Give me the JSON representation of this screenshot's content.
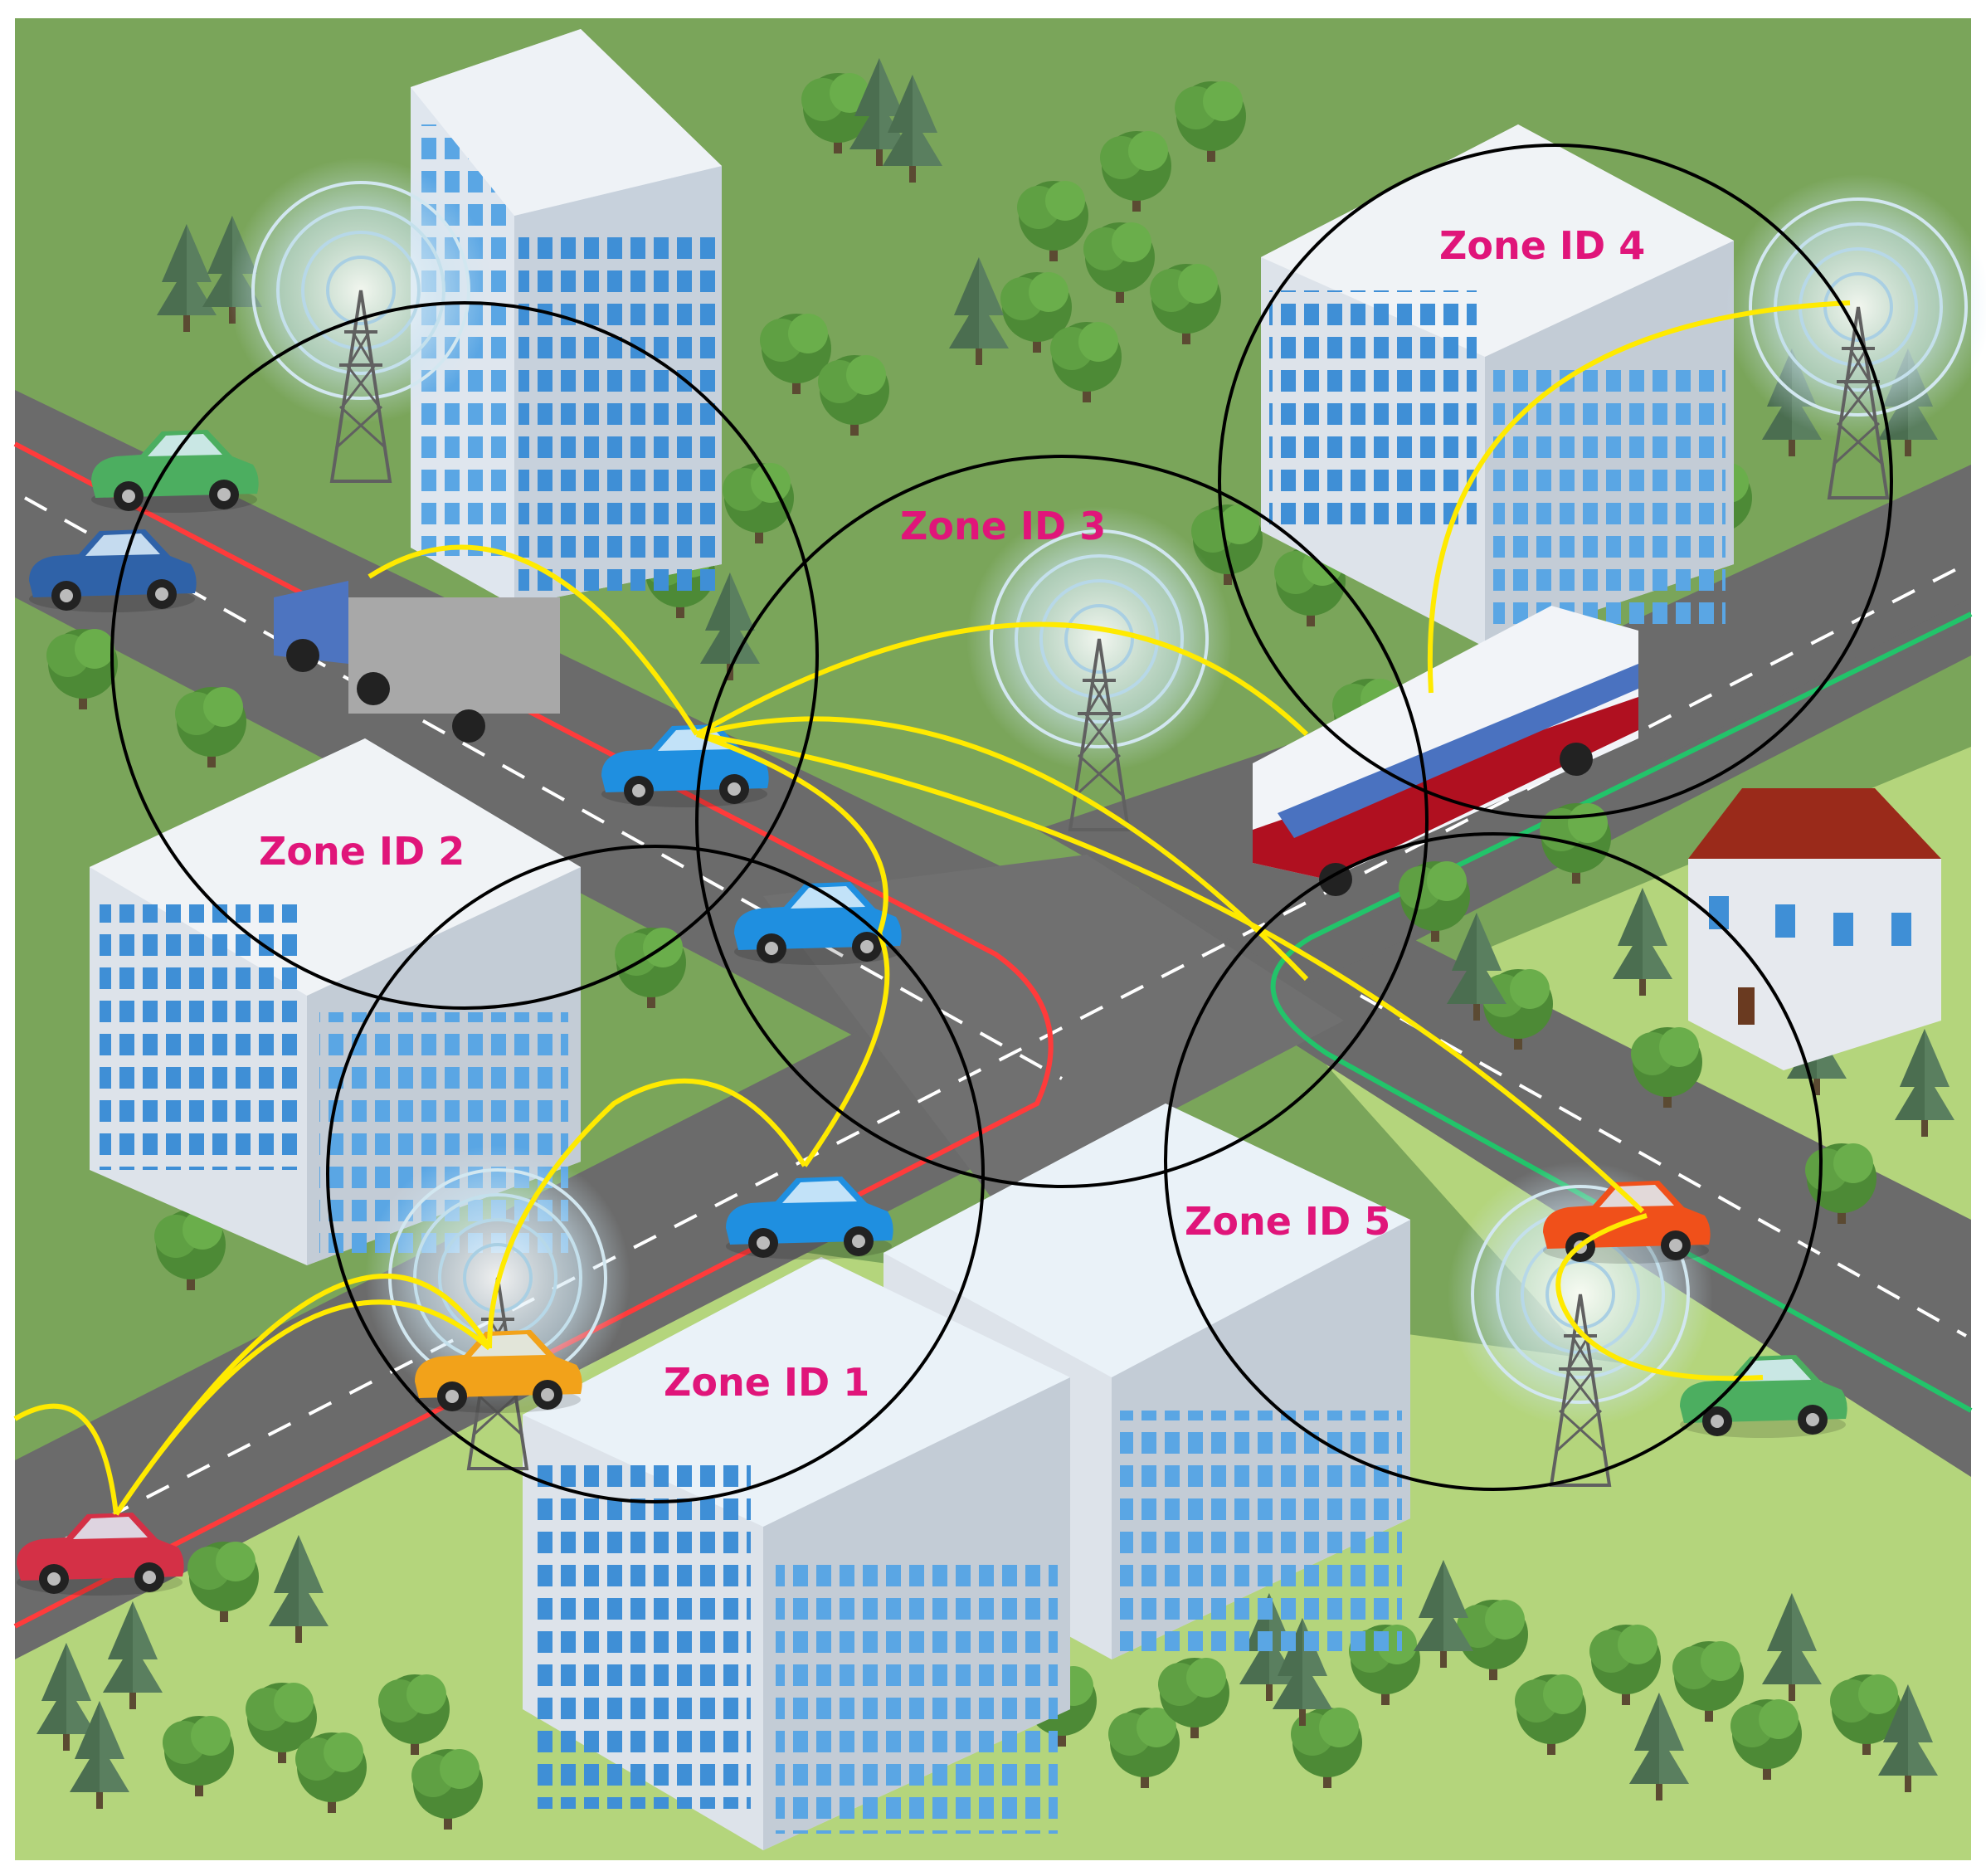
{
  "diagram": {
    "zones": [
      {
        "id": "zone-1",
        "label": "Zone ID 1"
      },
      {
        "id": "zone-2",
        "label": "Zone ID 2"
      },
      {
        "id": "zone-3",
        "label": "Zone ID 3"
      },
      {
        "id": "zone-4",
        "label": "Zone ID 4"
      },
      {
        "id": "zone-5",
        "label": "Zone ID 5"
      }
    ],
    "colors": {
      "background_grass": "#7aa55a",
      "light_grass": "#b4d57c",
      "road": "#6b6b6b",
      "zone_label": "#e0157a",
      "link_lines": "#ffea00",
      "zone_boundary": "#000000",
      "red_route": "#ff3b3b",
      "green_route": "#22c46a"
    },
    "icons": [
      "cell-tower-icon",
      "car-icon",
      "truck-icon",
      "bus-icon",
      "house-icon",
      "building-icon",
      "tree-icon"
    ]
  }
}
